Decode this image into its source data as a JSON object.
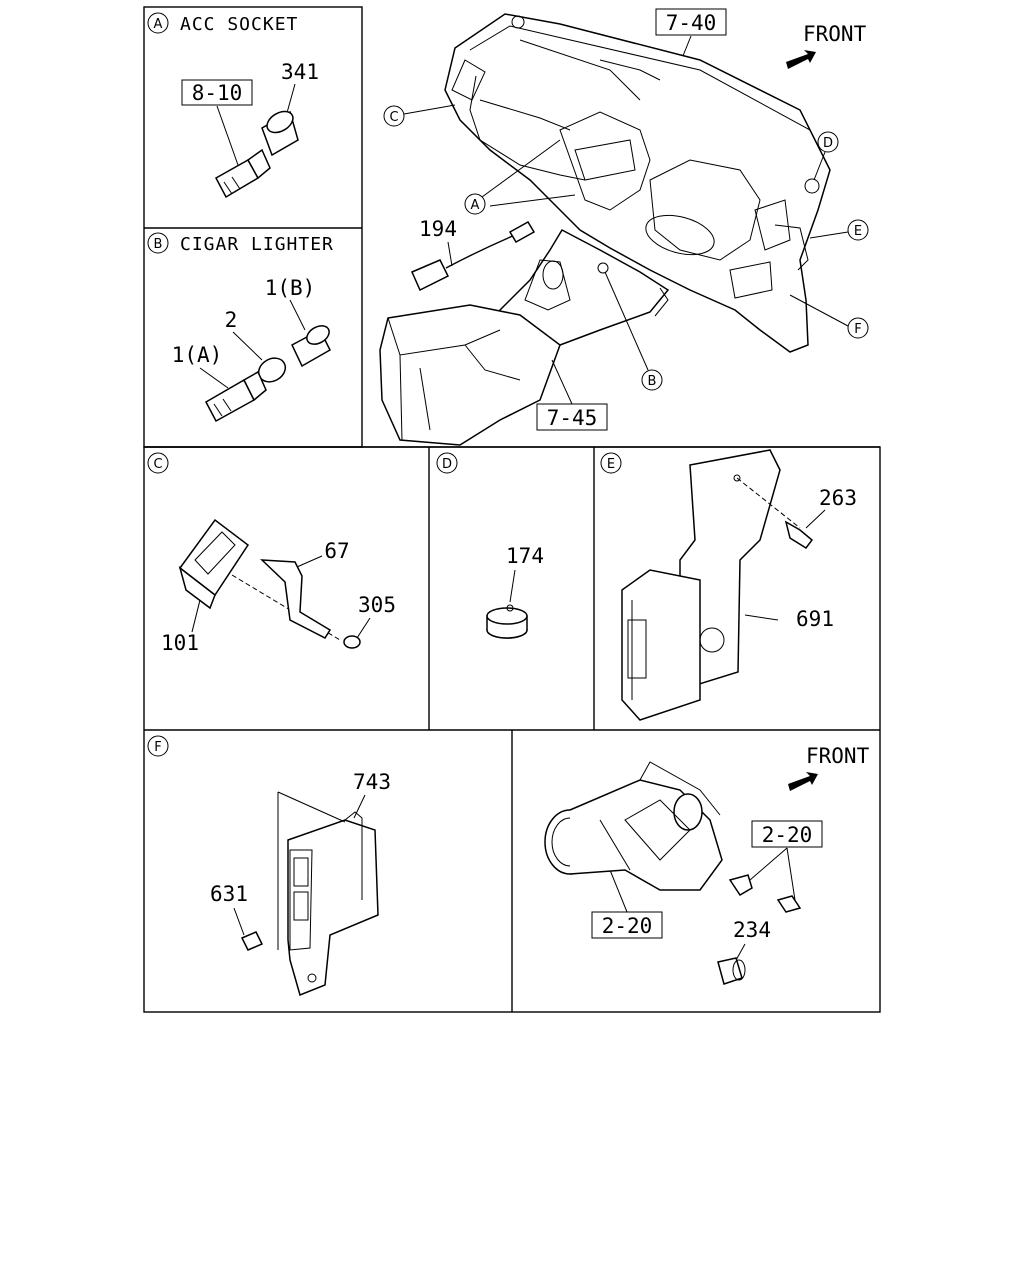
{
  "panels": {
    "a": {
      "letter": "A",
      "title": "ACC SOCKET",
      "ref": "8-10",
      "parts": [
        "341"
      ]
    },
    "b": {
      "letter": "B",
      "title": "CIGAR LIGHTER",
      "parts": [
        "1(B)",
        "2",
        "1(A)"
      ]
    },
    "main": {
      "refs": [
        "7-40",
        "7-45"
      ],
      "parts": [
        "194"
      ],
      "front": "FRONT",
      "callouts": [
        "C",
        "A",
        "D",
        "E",
        "B",
        "F"
      ]
    },
    "c": {
      "letter": "C",
      "parts": [
        "67",
        "305",
        "101"
      ]
    },
    "d": {
      "letter": "D",
      "parts": [
        "174"
      ]
    },
    "e": {
      "letter": "E",
      "parts": [
        "263",
        "691"
      ]
    },
    "f": {
      "letter": "F",
      "parts": [
        "743",
        "631"
      ]
    },
    "g": {
      "front": "FRONT",
      "refs": [
        "2-20",
        "2-20"
      ],
      "parts": [
        "234"
      ]
    }
  }
}
